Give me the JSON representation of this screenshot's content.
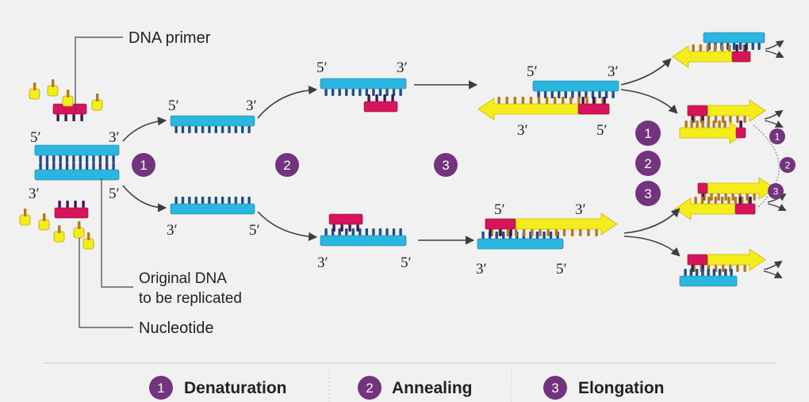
{
  "labels": {
    "primer": "DNA primer",
    "original_line1": "Original DNA",
    "original_line2": "to be replicated",
    "nucleotide": "Nucleotide"
  },
  "ends": {
    "five": "5′",
    "three": "3′"
  },
  "steps": [
    "1",
    "2",
    "3"
  ],
  "legend": [
    {
      "num": "1",
      "label": "Denaturation"
    },
    {
      "num": "2",
      "label": "Annealing"
    },
    {
      "num": "3",
      "label": "Elongation"
    }
  ],
  "colors": {
    "template": "#29b6e0",
    "template_teeth": "#1d4f8a",
    "primer": "#d6145c",
    "primer_teeth": "#3c1a4f",
    "new_strand": "#f5ec1c",
    "new_teeth": "#b5781f",
    "step_circle": "#74337f",
    "background": "#f1f1f1"
  }
}
